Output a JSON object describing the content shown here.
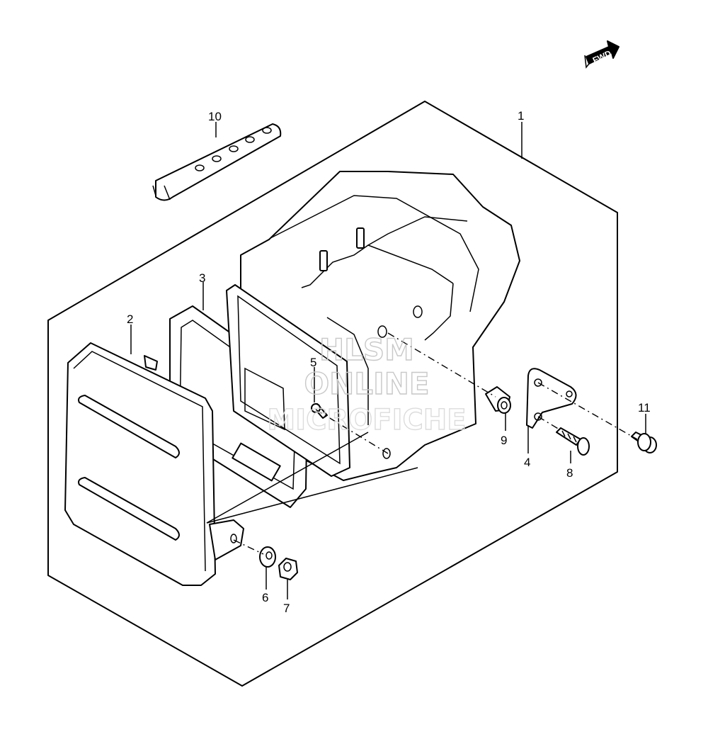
{
  "diagram": {
    "fwd_label": "FWD",
    "callouts": {
      "c1": "1",
      "c2": "2",
      "c3": "3",
      "c4": "4",
      "c5": "5",
      "c6": "6",
      "c7": "7",
      "c8": "8",
      "c9": "9",
      "c10": "10",
      "c11": "11"
    },
    "watermark": {
      "line1": "HLSM",
      "line2": "ONLINE",
      "line3": "MICROFICHE"
    }
  }
}
